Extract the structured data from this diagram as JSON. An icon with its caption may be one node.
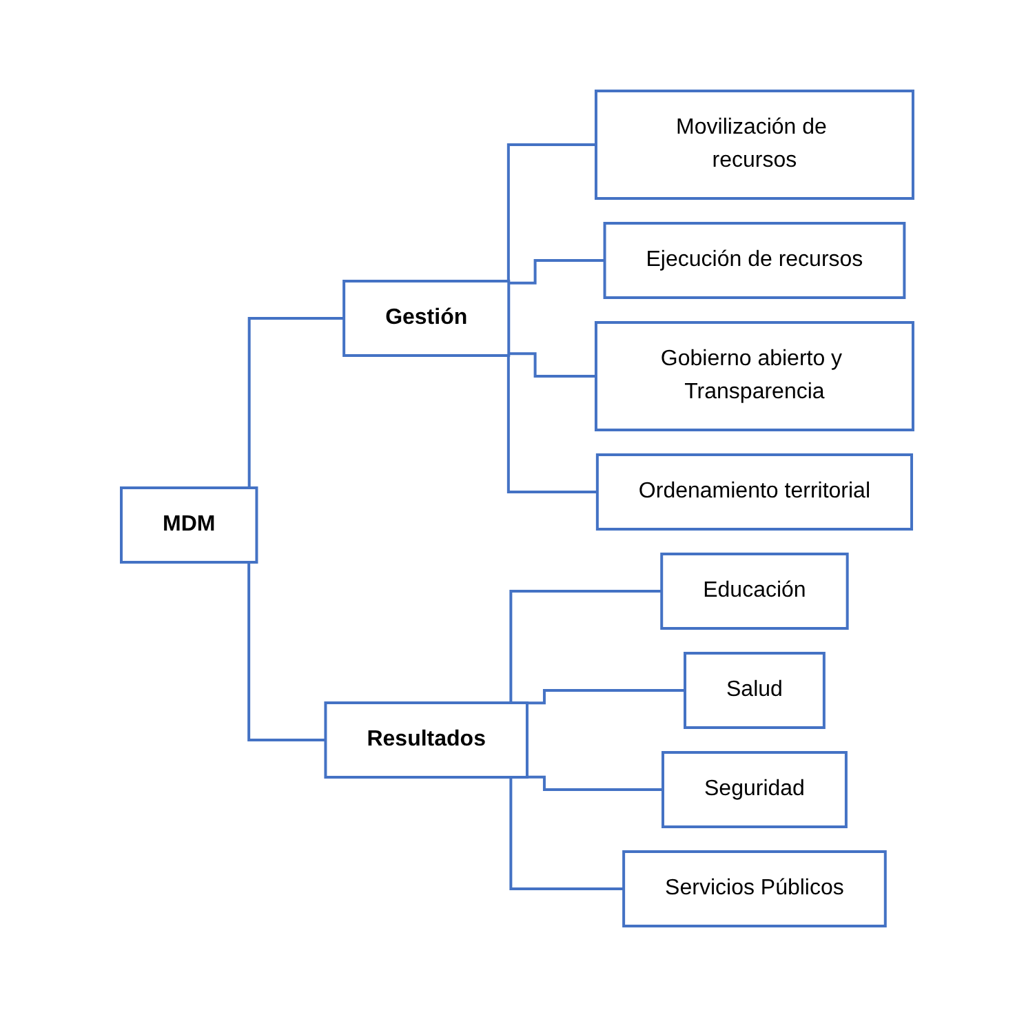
{
  "diagram": {
    "nodes": [
      {
        "text": [
          "MDM"
        ]
      },
      {
        "text": [
          "Gestión"
        ]
      },
      {
        "text": [
          "Resultados"
        ]
      },
      {
        "text": [
          "Movilización de recursos"
        ]
      },
      {
        "text": [
          "Ejecución de recursos"
        ]
      },
      {
        "text": [
          "Gobierno abierto y Transparencia"
        ]
      },
      {
        "text": [
          "Ordenamiento territorial"
        ]
      },
      {
        "text": [
          "Educación"
        ]
      },
      {
        "text": [
          "Salud"
        ]
      },
      {
        "text": [
          "Seguridad"
        ]
      },
      {
        "text": [
          "Servicios Públicos"
        ]
      }
    ],
    "edges": [
      {
        "from": 0,
        "to": 1,
        "arrow": "none"
      },
      {
        "from": 0,
        "to": 2,
        "arrow": "none"
      },
      {
        "from": 1,
        "to": 3,
        "arrow": "none"
      },
      {
        "from": 1,
        "to": 4,
        "arrow": "none"
      },
      {
        "from": 1,
        "to": 5,
        "arrow": "none"
      },
      {
        "from": 1,
        "to": 6,
        "arrow": "none"
      },
      {
        "from": 2,
        "to": 7,
        "arrow": "none"
      },
      {
        "from": 2,
        "to": 8,
        "arrow": "none"
      },
      {
        "from": 2,
        "to": 9,
        "arrow": "none"
      },
      {
        "from": 2,
        "to": 10,
        "arrow": "none"
      }
    ]
  }
}
